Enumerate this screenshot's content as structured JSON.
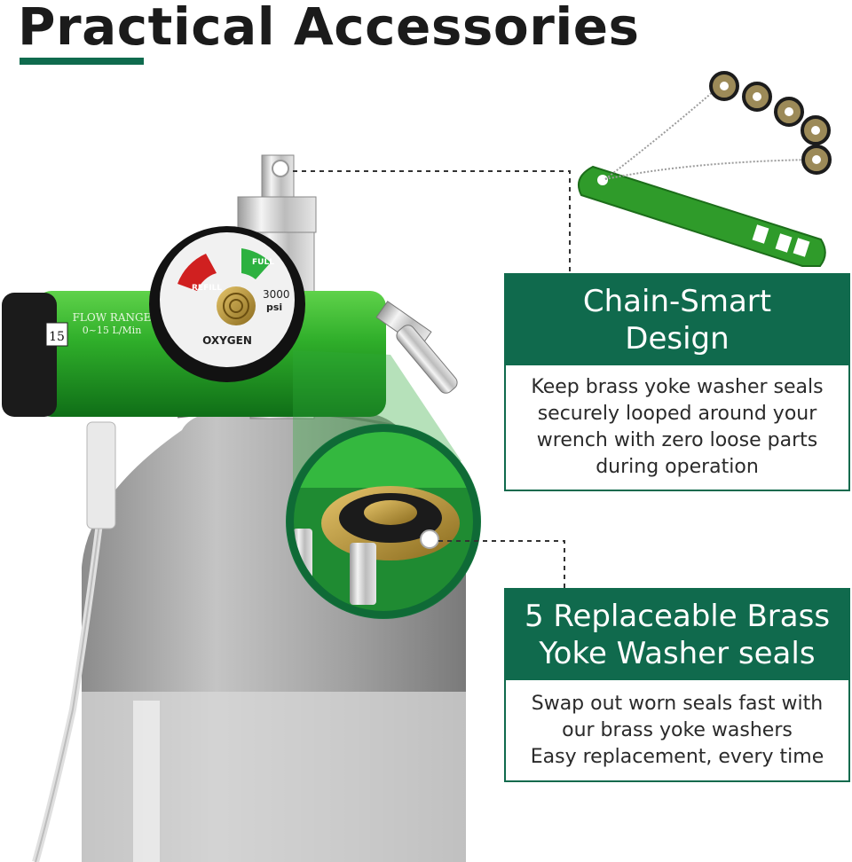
{
  "title": "Practical Accessories",
  "colors": {
    "brand_green": "#106a4d",
    "regulator_green": "#22a52f",
    "cylinder_silver": "#a9a9a9"
  },
  "regulator": {
    "flow_label": "FLOW RANGE",
    "flow_range": "0~15 L/Min",
    "dial_number": "15",
    "gauge_refill": "REFILL",
    "gauge_full": "FULL",
    "gauge_max": "3000",
    "gauge_unit": "psi",
    "gauge_gas": "OXYGEN"
  },
  "features": [
    {
      "heading_lines": [
        "Chain-Smart",
        "Design"
      ],
      "body_lines": [
        "Keep brass yoke washer seals",
        "securely looped around your",
        "wrench with zero loose parts",
        "during operation"
      ]
    },
    {
      "heading_lines": [
        "5 Replaceable Brass",
        "Yoke Washer seals"
      ],
      "body_lines": [
        "Swap out worn seals fast with",
        "our brass yoke washers",
        "Easy replacement, every time"
      ]
    }
  ]
}
